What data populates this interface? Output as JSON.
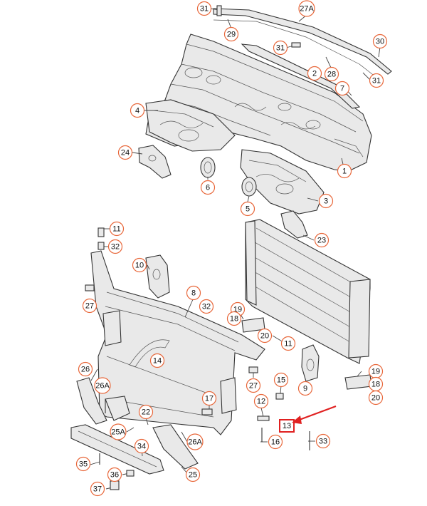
{
  "diagram": {
    "accent_color": "#e8673a",
    "highlight_color": "#e02020",
    "callouts": [
      {
        "id": "c31a",
        "label": "31"
      },
      {
        "id": "c27A",
        "label": "27A"
      },
      {
        "id": "c29",
        "label": "29"
      },
      {
        "id": "c30",
        "label": "30"
      },
      {
        "id": "c31b",
        "label": "31"
      },
      {
        "id": "c28",
        "label": "28"
      },
      {
        "id": "c31c",
        "label": "31"
      },
      {
        "id": "c2",
        "label": "2"
      },
      {
        "id": "c7",
        "label": "7"
      },
      {
        "id": "c4",
        "label": "4"
      },
      {
        "id": "c24",
        "label": "24"
      },
      {
        "id": "c1",
        "label": "1"
      },
      {
        "id": "c6",
        "label": "6"
      },
      {
        "id": "c3",
        "label": "3"
      },
      {
        "id": "c5",
        "label": "5"
      },
      {
        "id": "c23",
        "label": "23"
      },
      {
        "id": "c11a",
        "label": "11"
      },
      {
        "id": "c32a",
        "label": "32"
      },
      {
        "id": "c10",
        "label": "10"
      },
      {
        "id": "c27a",
        "label": "27"
      },
      {
        "id": "c8",
        "label": "8"
      },
      {
        "id": "c32b",
        "label": "32"
      },
      {
        "id": "c19a",
        "label": "19"
      },
      {
        "id": "c18a",
        "label": "18"
      },
      {
        "id": "c20a",
        "label": "20"
      },
      {
        "id": "c11b",
        "label": "11"
      },
      {
        "id": "c14",
        "label": "14"
      },
      {
        "id": "c9",
        "label": "9"
      },
      {
        "id": "c19b",
        "label": "19"
      },
      {
        "id": "c18b",
        "label": "18"
      },
      {
        "id": "c20b",
        "label": "20"
      },
      {
        "id": "c26",
        "label": "26"
      },
      {
        "id": "c26A",
        "label": "26A"
      },
      {
        "id": "c27b",
        "label": "27"
      },
      {
        "id": "c15",
        "label": "15"
      },
      {
        "id": "c17",
        "label": "17"
      },
      {
        "id": "c12",
        "label": "12"
      },
      {
        "id": "c22",
        "label": "22"
      },
      {
        "id": "c25A",
        "label": "25A"
      },
      {
        "id": "c26A2",
        "label": "26A"
      },
      {
        "id": "c34",
        "label": "34"
      },
      {
        "id": "c16",
        "label": "16"
      },
      {
        "id": "c33",
        "label": "33"
      },
      {
        "id": "c35",
        "label": "35"
      },
      {
        "id": "c36",
        "label": "36"
      },
      {
        "id": "c25",
        "label": "25"
      },
      {
        "id": "c37",
        "label": "37"
      }
    ],
    "highlighted_label": "13"
  }
}
